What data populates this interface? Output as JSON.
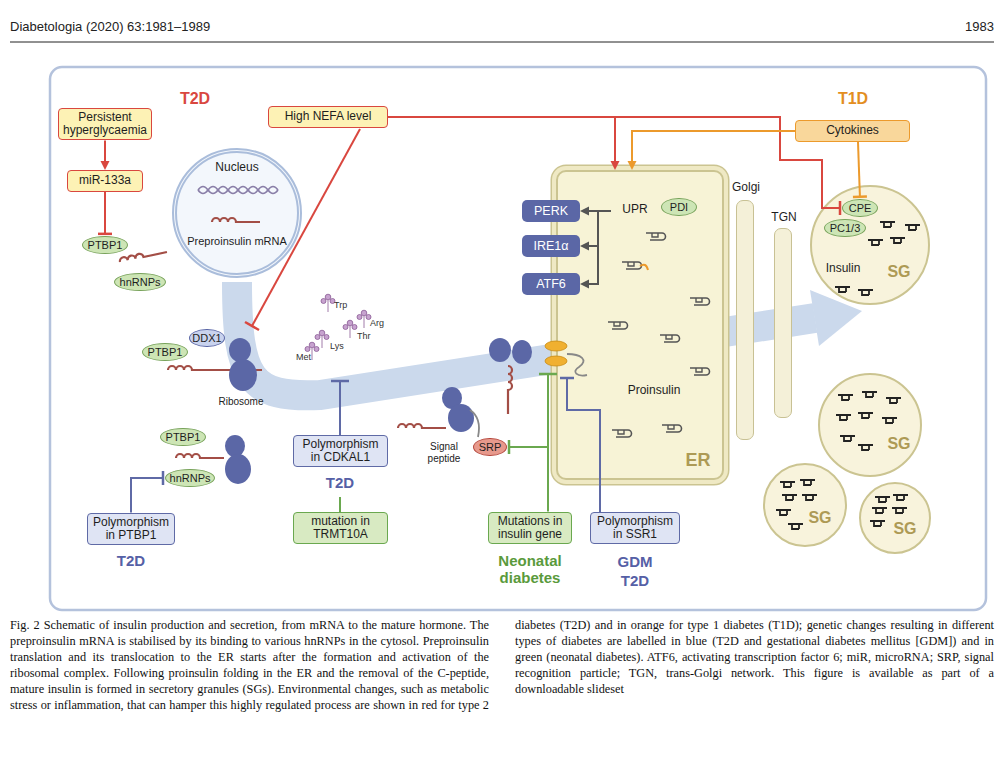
{
  "diagram": {
    "caption": "Fig. 2 Schematic of insulin production and secretion, from mRNA to the mature hormone. The preproinsulin mRNA is stabilised by its binding to various hnRNPs in the cytosol. Preproinsulin translation and its translocation to the ER starts after the formation and activation of the ribosomal complex. Following proinsulin folding in the ER and the removal of the C-peptide, mature insulin is formed in secretory granules (SGs). Environmental changes, such as metabolic stress or inflammation, that can hamper this highly regulated process are shown in red for type 2 diabetes (T2D) and in orange for type 1 diabetes (T1D); genetic changes resulting in different types of diabetes are labelled in blue (T2D and gestational diabetes mellitus [GDM]) and in green (neonatal diabetes). ATF6, activating transcription factor 6; miR, microRNA; SRP, signal recognition particle; TGN, trans-Golgi network. This figure is available as part of a downloadable slideset",
    "nodes": [
      {
        "text": [
          "Persistent hyperglycaemia"
        ]
      },
      {
        "text": [
          "miR-133a"
        ]
      },
      {
        "text": [
          "High NEFA level"
        ]
      },
      {
        "text": [
          "Cytokines"
        ]
      },
      {
        "text": [
          "Nucleus",
          "Preproinsulin mRNA"
        ]
      },
      {
        "text": [
          "PTBP1"
        ]
      },
      {
        "text": [
          "hnRNPs"
        ]
      },
      {
        "text": [
          "DDX1"
        ]
      },
      {
        "text": [
          "PTBP1"
        ]
      },
      {
        "text": [
          "PTBP1"
        ]
      },
      {
        "text": [
          "hnRNPs"
        ]
      },
      {
        "text": [
          "SRP"
        ]
      },
      {
        "text": [
          "UPR",
          "Proinsulin",
          "ER"
        ]
      },
      {
        "text": [
          "PDI"
        ],
        "in": 12
      },
      {
        "text": [
          "PERK"
        ]
      },
      {
        "text": [
          "IRE1α"
        ]
      },
      {
        "text": [
          "ATF6"
        ]
      },
      {
        "text": [
          "Golgi"
        ]
      },
      {
        "text": [
          "TGN"
        ]
      },
      {
        "text": [
          "Insulin",
          "SG"
        ]
      },
      {
        "text": [
          "CPE"
        ],
        "in": 19
      },
      {
        "text": [
          "PC1/3"
        ],
        "in": 19
      },
      {
        "text": [
          "SG"
        ]
      },
      {
        "text": [
          "SG"
        ]
      },
      {
        "text": [
          "SG"
        ]
      },
      {
        "text": [
          "Polymorphism in PTBP1"
        ]
      },
      {
        "text": [
          "Polymorphism in CDKAL1"
        ]
      },
      {
        "text": [
          "mutation in TRMT10A"
        ]
      },
      {
        "text": [
          "Mutations in insulin gene"
        ]
      },
      {
        "text": [
          "Polymorphism in SSR1"
        ]
      }
    ],
    "edges": [
      {
        "from": 0,
        "to": 1,
        "arrow": "to"
      },
      {
        "from": 1,
        "to": 5,
        "arrow": "to"
      },
      {
        "from": 2,
        "to": 12,
        "arrow": "to"
      },
      {
        "from": 2,
        "to": 20,
        "arrow": "to"
      },
      {
        "from": 3,
        "to": 12,
        "arrow": "to"
      },
      {
        "from": 3,
        "to": 20,
        "arrow": "to"
      },
      {
        "from": 12,
        "to": 14,
        "arrow": "to"
      },
      {
        "from": 12,
        "to": 15,
        "arrow": "to"
      },
      {
        "from": 12,
        "to": 16,
        "arrow": "to"
      },
      {
        "from": 25,
        "to": 10,
        "arrow": "to"
      },
      {
        "from": 28,
        "to": 11,
        "arrow": "to"
      }
    ],
    "labels": [
      "Diabetologia (2020) 63:1981–1989",
      "1983",
      "T2D",
      "T1D",
      "Trp",
      "Arg",
      "Thr",
      "Lys",
      "Met",
      "Ribosome",
      "Signal peptide",
      "T2D",
      "T2D",
      "Neonatal diabetes",
      "GDM",
      "T2D"
    ]
  }
}
